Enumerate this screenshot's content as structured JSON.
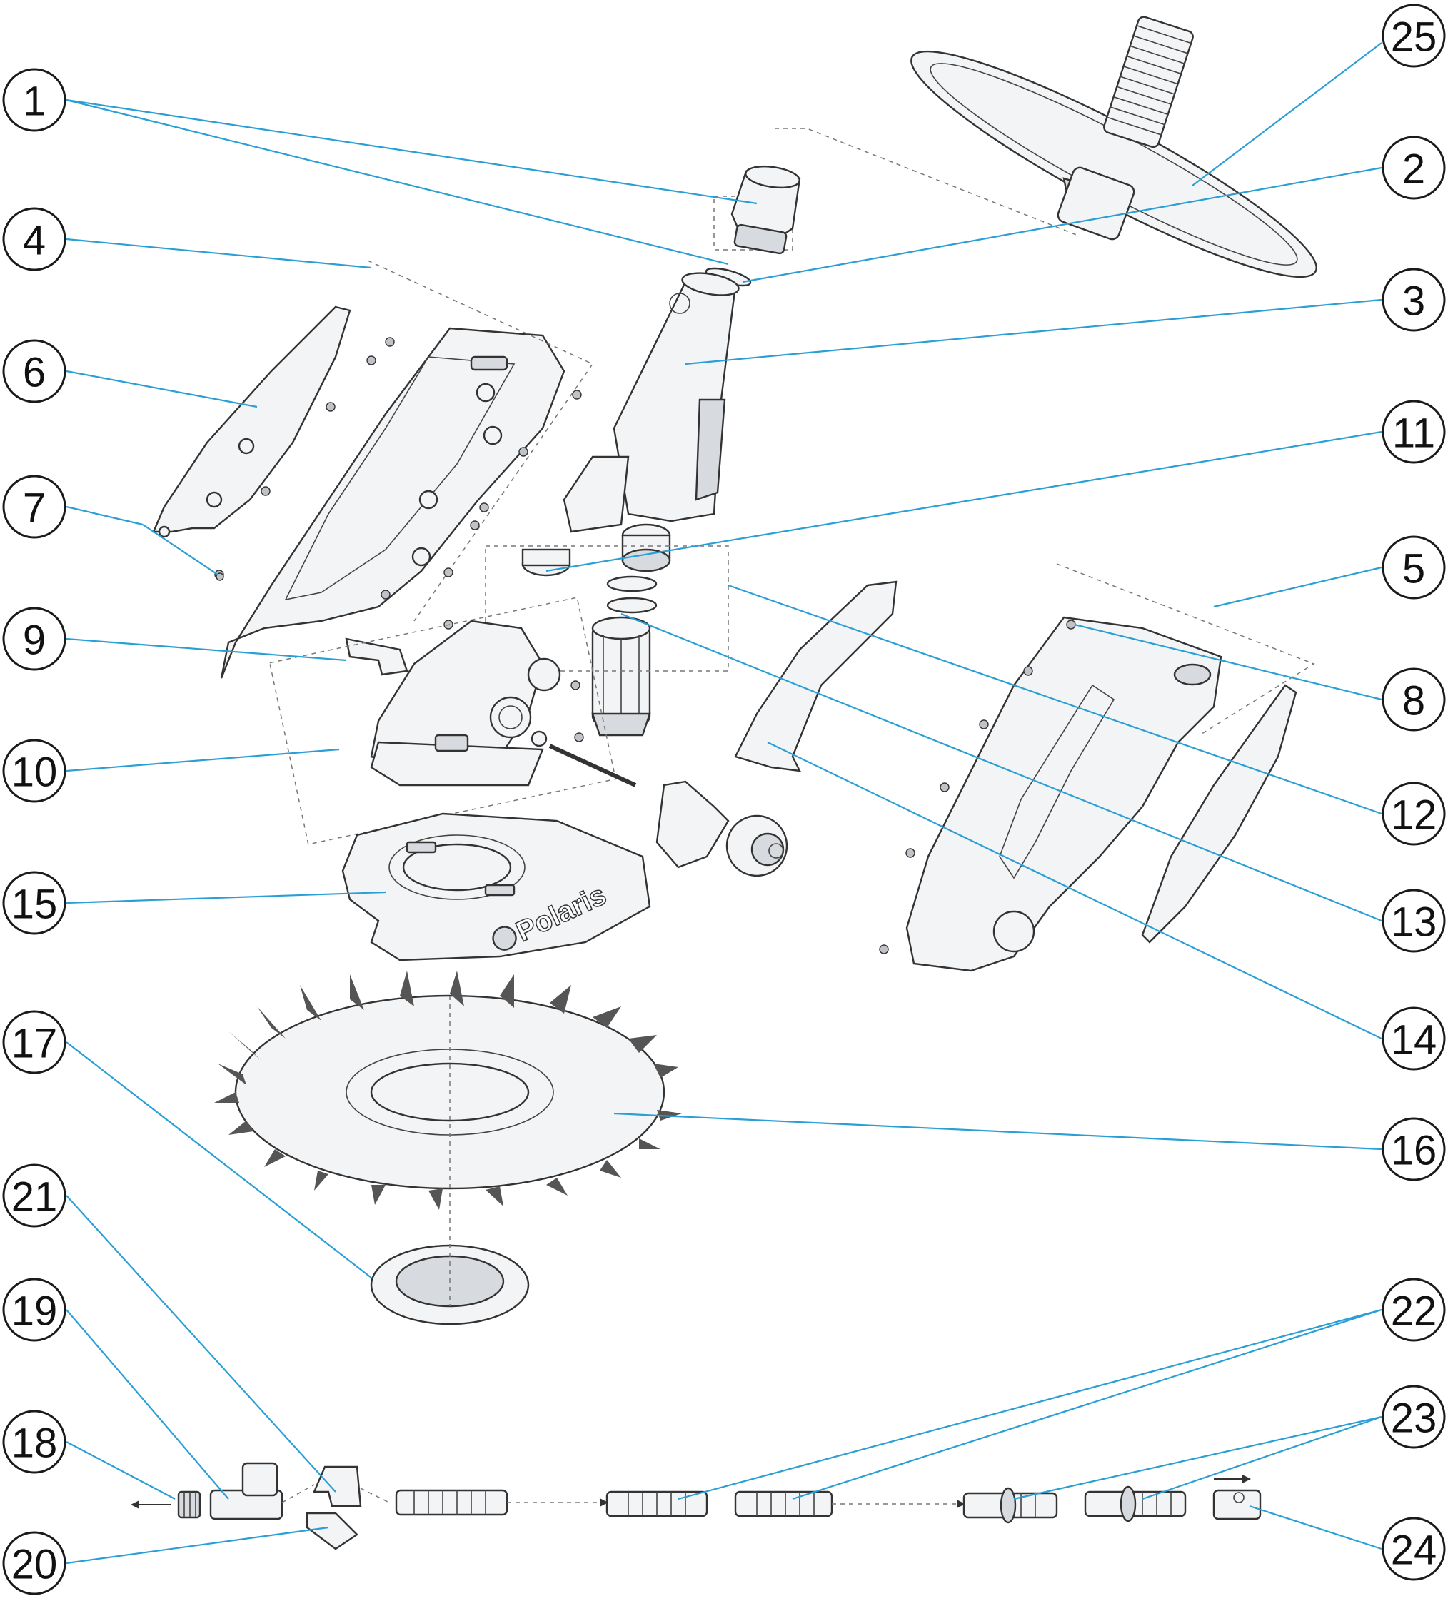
{
  "diagram": {
    "brand_logo_text": "Polaris",
    "callouts": [
      {
        "id": "c1",
        "label": "1"
      },
      {
        "id": "c2",
        "label": "2"
      },
      {
        "id": "c3",
        "label": "3"
      },
      {
        "id": "c4",
        "label": "4"
      },
      {
        "id": "c5",
        "label": "5"
      },
      {
        "id": "c6",
        "label": "6"
      },
      {
        "id": "c7",
        "label": "7"
      },
      {
        "id": "c8",
        "label": "8"
      },
      {
        "id": "c9",
        "label": "9"
      },
      {
        "id": "c10",
        "label": "10"
      },
      {
        "id": "c11",
        "label": "11"
      },
      {
        "id": "c12",
        "label": "12"
      },
      {
        "id": "c13",
        "label": "13"
      },
      {
        "id": "c14",
        "label": "14"
      },
      {
        "id": "c15",
        "label": "15"
      },
      {
        "id": "c16",
        "label": "16"
      },
      {
        "id": "c17",
        "label": "17"
      },
      {
        "id": "c18",
        "label": "18"
      },
      {
        "id": "c19",
        "label": "19"
      },
      {
        "id": "c20",
        "label": "20"
      },
      {
        "id": "c21",
        "label": "21"
      },
      {
        "id": "c22",
        "label": "22"
      },
      {
        "id": "c23",
        "label": "23"
      },
      {
        "id": "c24",
        "label": "24"
      },
      {
        "id": "c25",
        "label": "25"
      }
    ],
    "colors": {
      "leader_line": "#2a9fd6",
      "outline": "#333333",
      "part_fill": "#f3f4f6"
    }
  }
}
